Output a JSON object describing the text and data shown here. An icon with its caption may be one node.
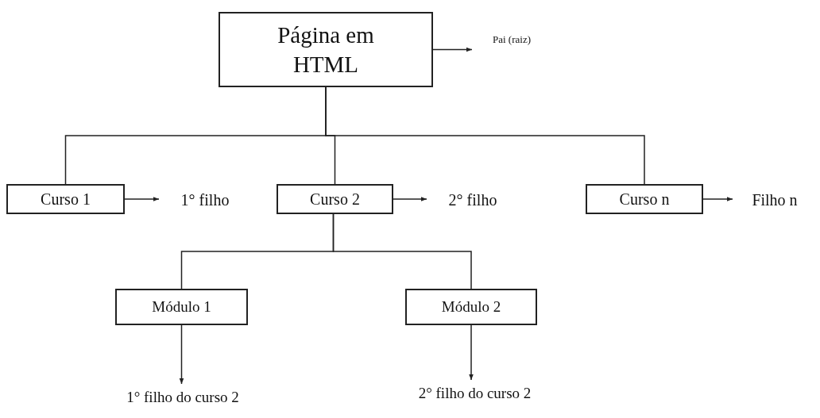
{
  "diagram": {
    "nodes": [
      {
        "text": [
          "Página em HTML"
        ]
      },
      {
        "text": [
          "Pai (raiz)"
        ]
      },
      {
        "text": [
          "Curso  1"
        ]
      },
      {
        "text": [
          "1° filho"
        ]
      },
      {
        "text": [
          "Curso  2"
        ]
      },
      {
        "text": [
          "2° filho"
        ]
      },
      {
        "text": [
          "Curso n"
        ]
      },
      {
        "text": [
          "Filho n"
        ]
      },
      {
        "text": [
          "Módulo 1"
        ]
      },
      {
        "text": [
          "1° filho do curso 2"
        ]
      },
      {
        "text": [
          "Módulo 2"
        ]
      },
      {
        "text": [
          "2° filho do curso 2"
        ]
      }
    ],
    "edges": [
      {
        "from": 0,
        "to": 1,
        "arrow": "to"
      },
      {
        "from": 0,
        "to": 2,
        "arrow": "none"
      },
      {
        "from": 0,
        "to": 4,
        "arrow": "none"
      },
      {
        "from": 0,
        "to": 6,
        "arrow": "none"
      },
      {
        "from": 2,
        "to": 3,
        "arrow": "to"
      },
      {
        "from": 4,
        "to": 5,
        "arrow": "to"
      },
      {
        "from": 6,
        "to": 7,
        "arrow": "to"
      },
      {
        "from": 4,
        "to": 8,
        "arrow": "none"
      },
      {
        "from": 4,
        "to": 10,
        "arrow": "none"
      },
      {
        "from": 8,
        "to": 9,
        "arrow": "to"
      },
      {
        "from": 10,
        "to": 11,
        "arrow": "to"
      }
    ]
  }
}
